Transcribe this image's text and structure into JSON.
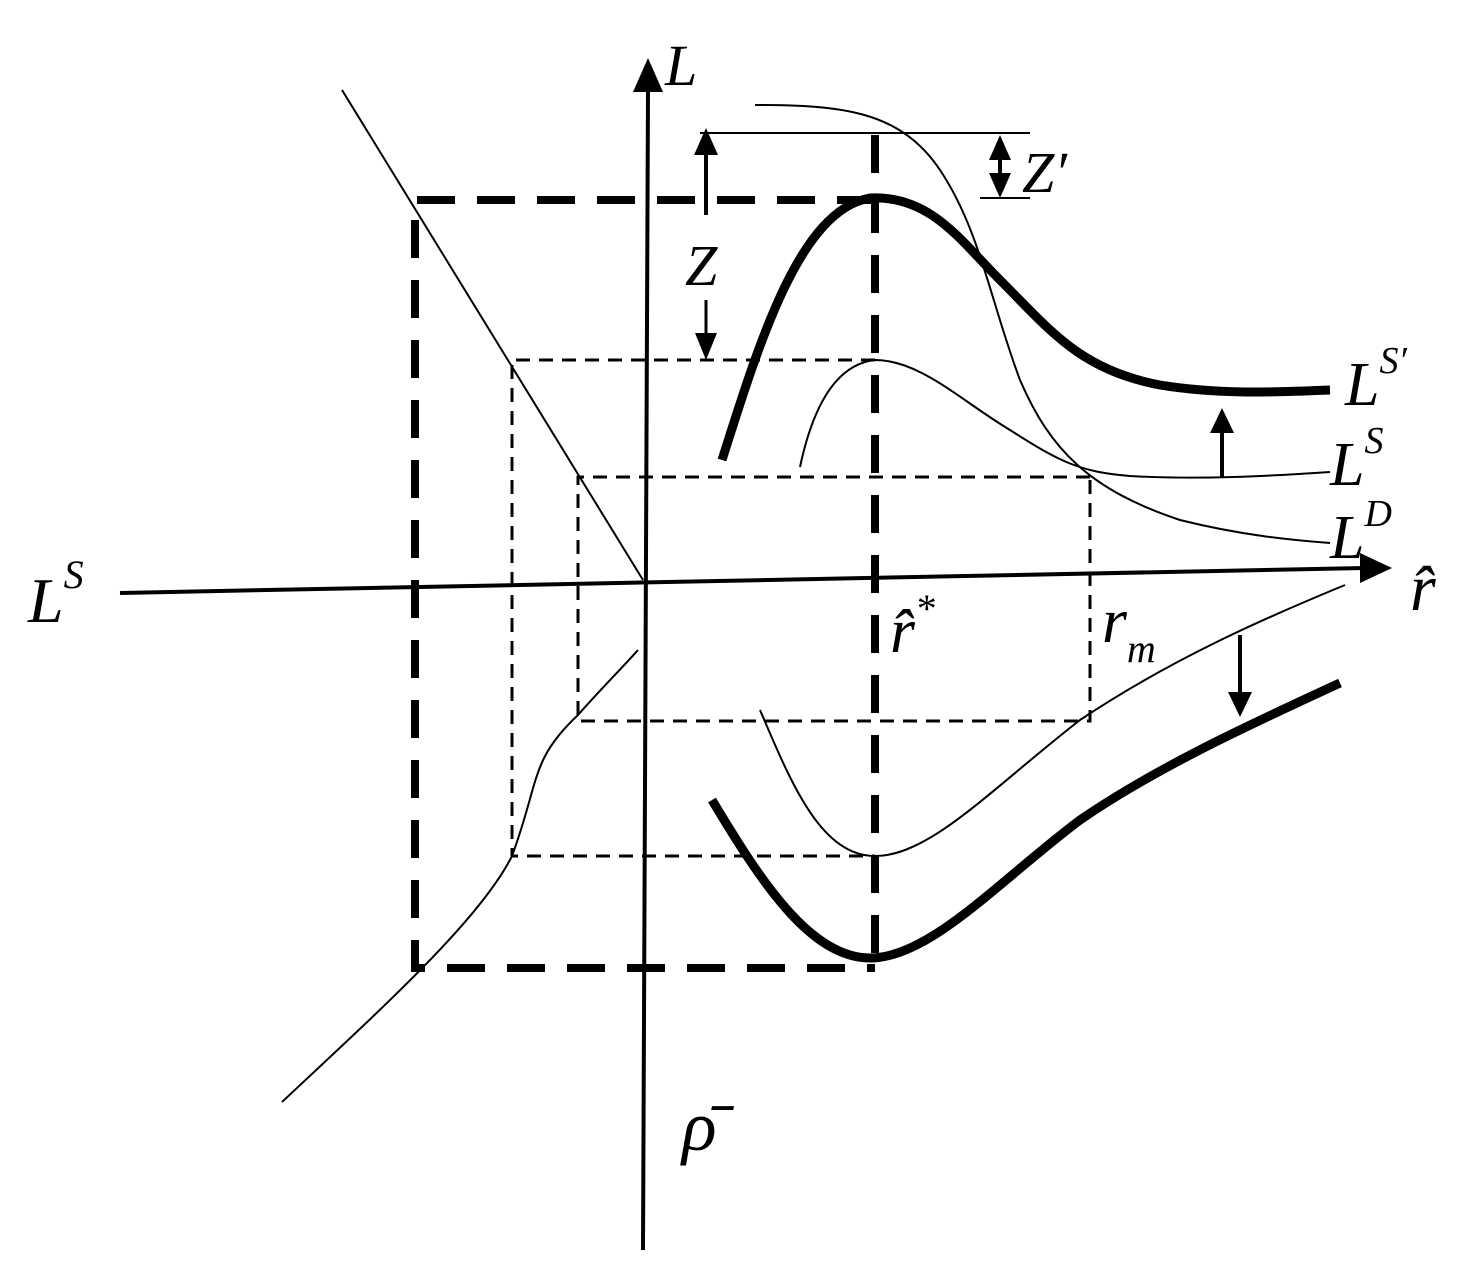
{
  "labels": {
    "y_axis": "L",
    "x_axis": "r̂",
    "left_axis": "L",
    "left_axis_sup": "S",
    "bottom_axis": "ρ̄",
    "z": "Z",
    "z_prime": "Z′",
    "curve_ls_prime": "L",
    "curve_ls_prime_sup": "S′",
    "curve_ls": "L",
    "curve_ls_sup": "S",
    "curve_ld": "L",
    "curve_ld_sup": "D",
    "r_star": "r̂",
    "r_star_sup": "*",
    "r_m": "r",
    "r_m_sub": "m"
  },
  "colors": {
    "ink": "#000000",
    "background": "#ffffff"
  }
}
